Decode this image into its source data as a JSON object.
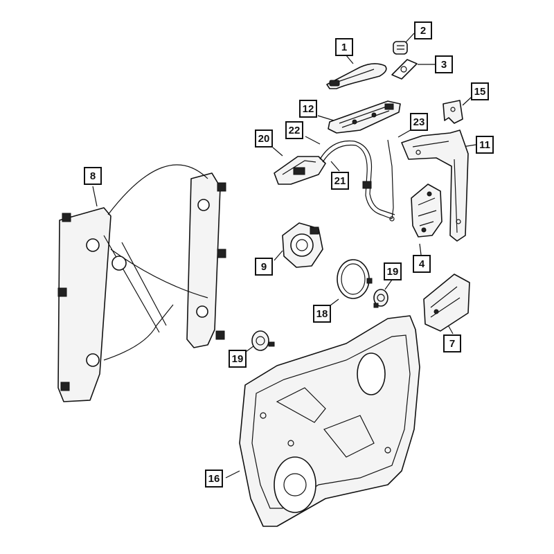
{
  "callouts": [
    {
      "id": "c1",
      "label": "1"
    },
    {
      "id": "c2",
      "label": "2"
    },
    {
      "id": "c3",
      "label": "3"
    },
    {
      "id": "c15",
      "label": "15"
    },
    {
      "id": "c12",
      "label": "12"
    },
    {
      "id": "c23",
      "label": "23"
    },
    {
      "id": "c20",
      "label": "20"
    },
    {
      "id": "c22",
      "label": "22"
    },
    {
      "id": "c11",
      "label": "11"
    },
    {
      "id": "c8",
      "label": "8"
    },
    {
      "id": "c21",
      "label": "21"
    },
    {
      "id": "c9",
      "label": "9"
    },
    {
      "id": "c4",
      "label": "4"
    },
    {
      "id": "c19a",
      "label": "19"
    },
    {
      "id": "c18",
      "label": "18"
    },
    {
      "id": "c7",
      "label": "7"
    },
    {
      "id": "c19b",
      "label": "19"
    },
    {
      "id": "c16",
      "label": "16"
    }
  ]
}
